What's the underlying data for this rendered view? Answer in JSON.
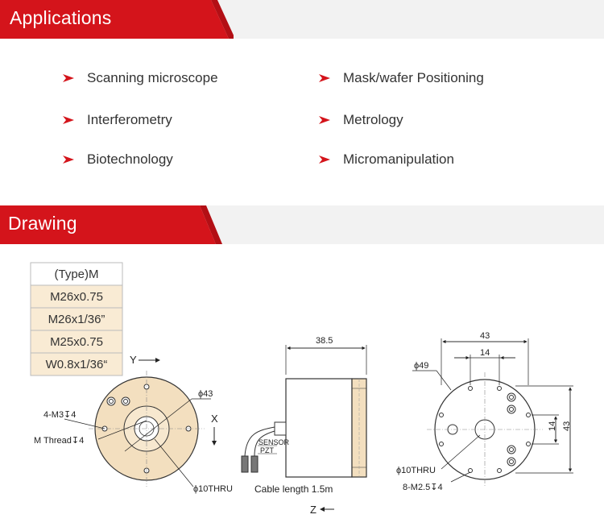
{
  "applications": {
    "title": "Applications",
    "left_items": [
      "Scanning microscope",
      "Interferometry",
      "Biotechnology"
    ],
    "right_items": [
      "Mask/wafer Positioning",
      "Metrology",
      "Micromanipulation"
    ]
  },
  "drawing": {
    "title": "Drawing",
    "table": {
      "header": "(Type)M",
      "rows": [
        "M26x0.75",
        "M26x1/36”",
        "M25x0.75",
        "W0.8x1/36“"
      ]
    },
    "front_view": {
      "axis_y": "Y",
      "axis_x": "X",
      "dia_43": "ϕ43",
      "holes": "4-M3↧4",
      "thread": "M Thread↧4",
      "thru": "ϕ10THRU"
    },
    "side_view": {
      "width": "38.5",
      "sensor": "SENSOR",
      "pzt": "PZT",
      "cable": "Cable length 1.5m",
      "axis_z": "Z"
    },
    "back_view": {
      "dia_49": "ϕ49",
      "w_43": "43",
      "w_14": "14",
      "h_14": "14",
      "h_43": "43",
      "thru": "ϕ10THRU",
      "holes": "8-M2.5↧4"
    }
  },
  "colors": {
    "accent": "#d4141b",
    "band": "#f2f2f2",
    "table_fill": "#f9ebd4",
    "part_fill": "#f3dfbf"
  }
}
